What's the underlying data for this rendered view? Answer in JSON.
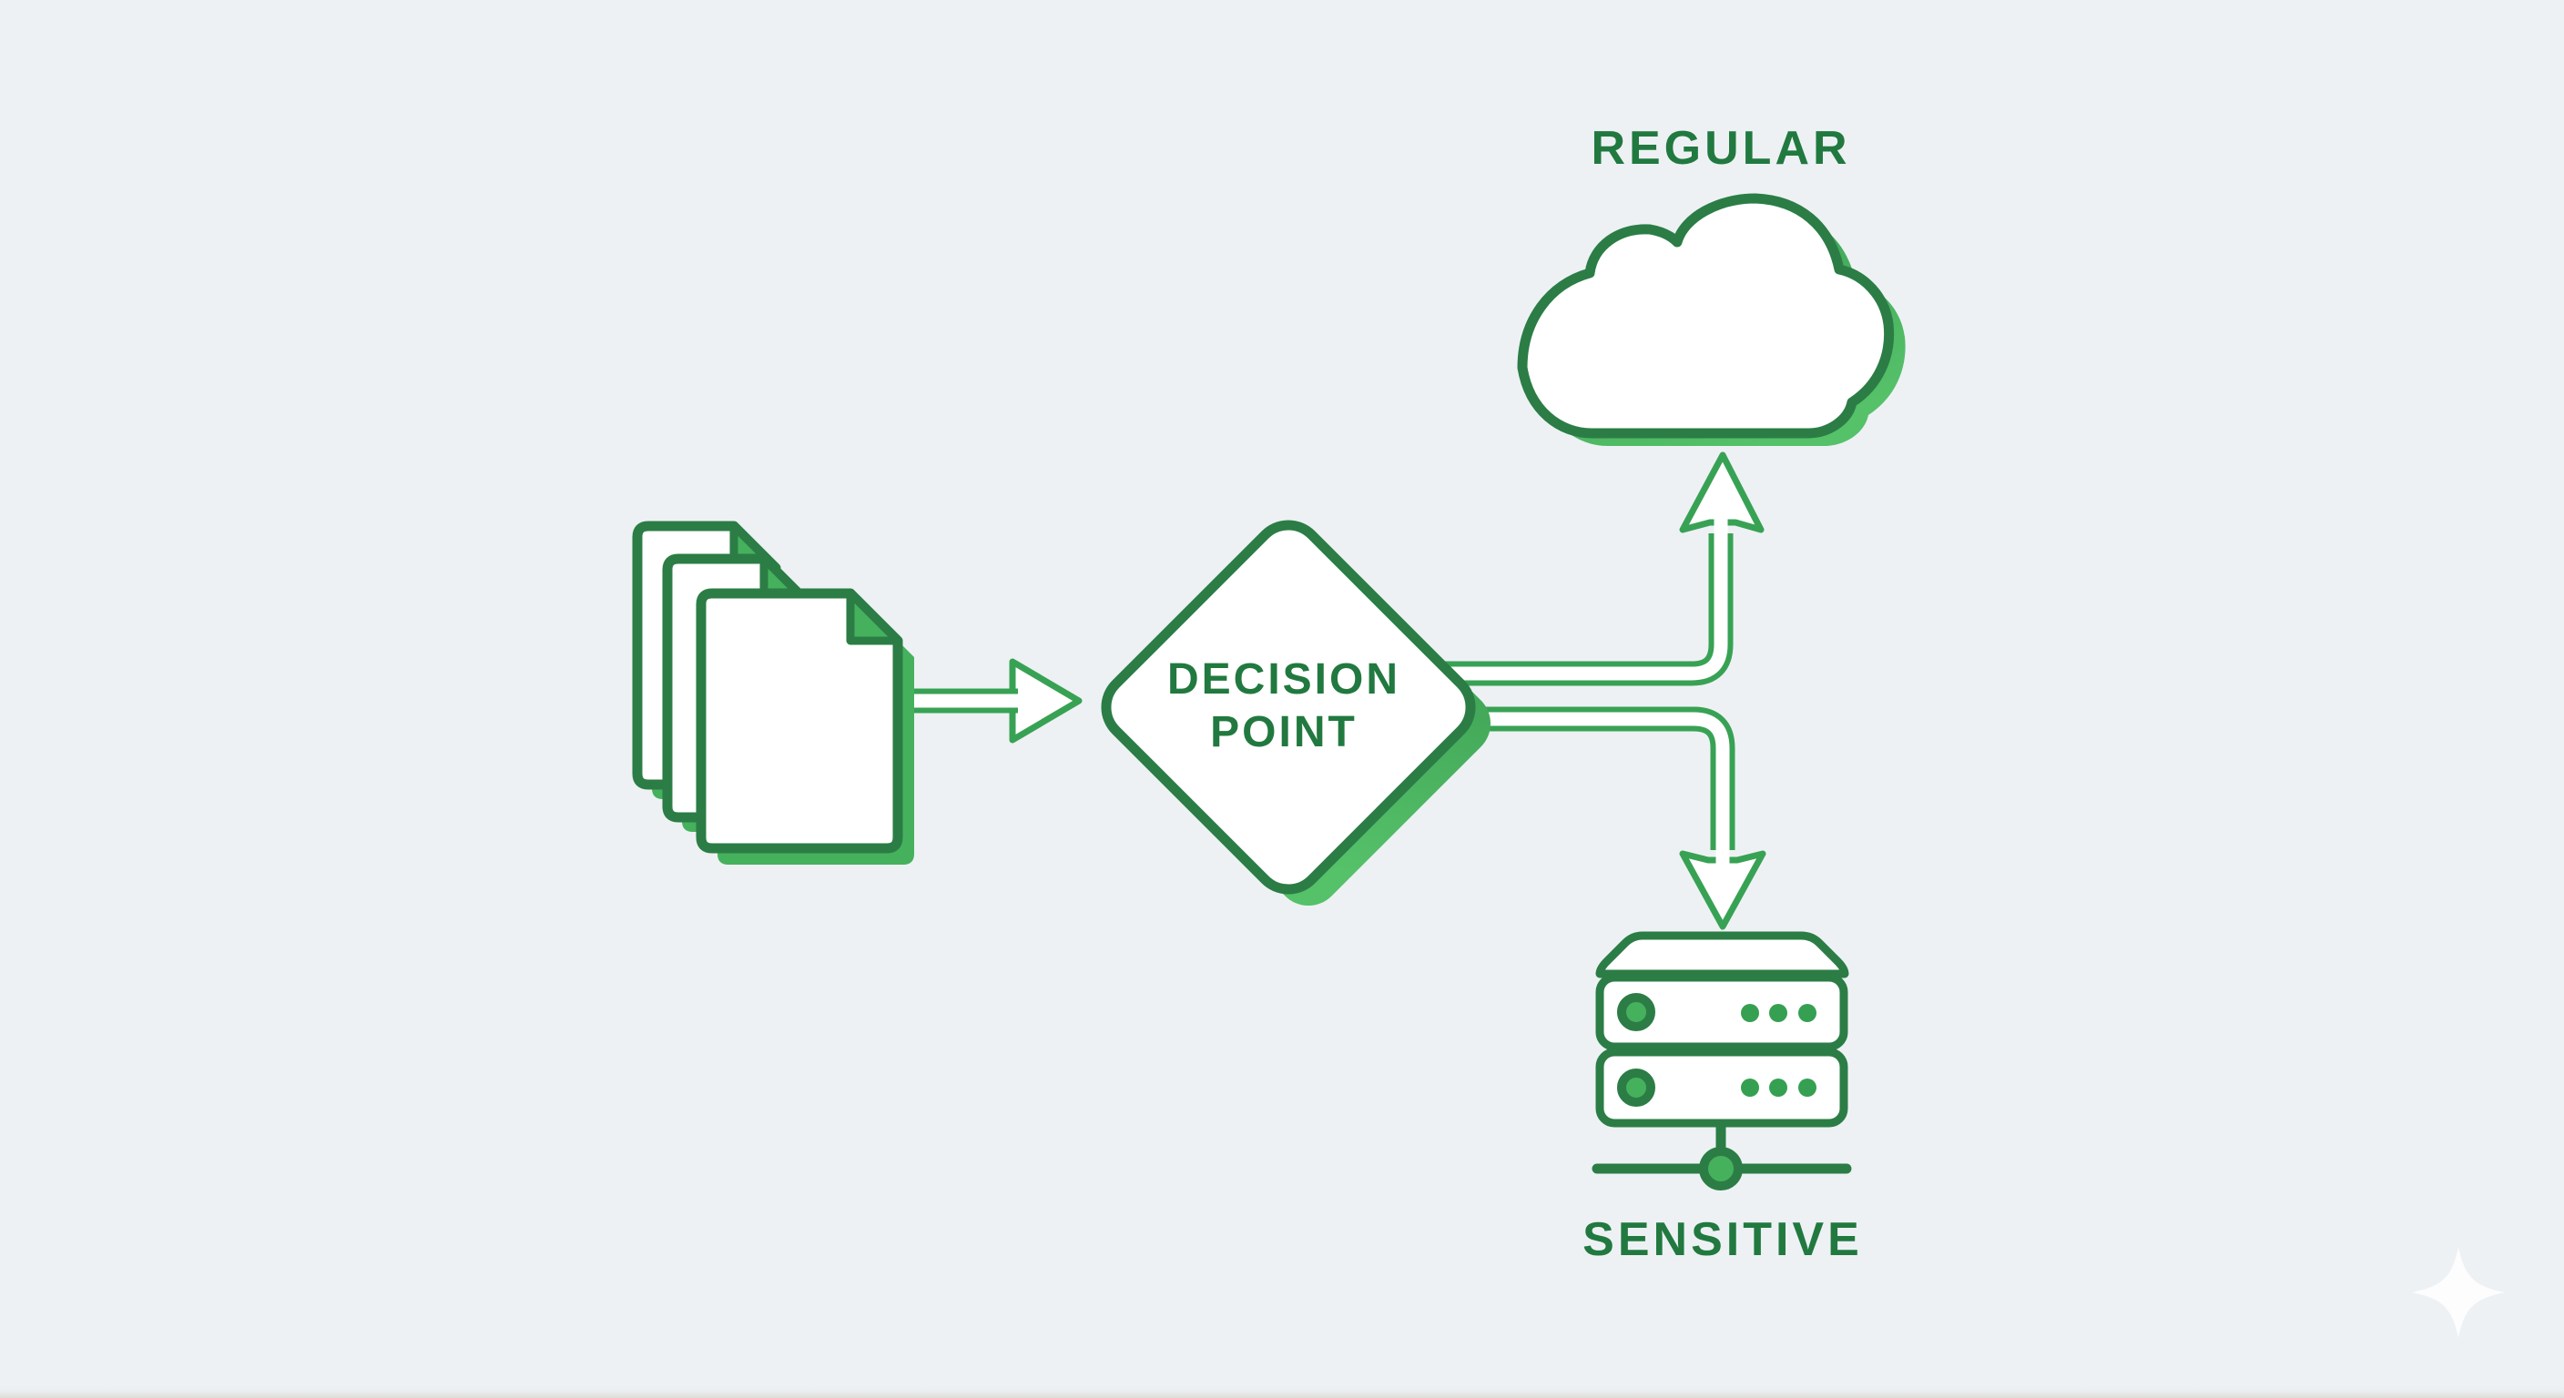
{
  "diagram": {
    "type": "flowchart",
    "description": "Document routing decision flow: documents enter a decision point and are routed either to a regular cloud destination or a sensitive server destination",
    "nodes": {
      "documents": {
        "id": "document-stack",
        "type": "document-stack",
        "label": ""
      },
      "decision": {
        "id": "decision-point",
        "type": "diamond",
        "label_line1": "DECISION",
        "label_line2": "POINT"
      },
      "regular": {
        "id": "regular-cloud",
        "type": "cloud",
        "label": "REGULAR"
      },
      "sensitive": {
        "id": "sensitive-server",
        "type": "server",
        "label": "SENSITIVE"
      }
    },
    "edges": [
      {
        "from": "document-stack",
        "to": "decision-point",
        "style": "hollow-arrow"
      },
      {
        "from": "decision-point",
        "to": "regular-cloud",
        "style": "hollow-arrow"
      },
      {
        "from": "decision-point",
        "to": "sensitive-server",
        "style": "hollow-arrow"
      }
    ]
  },
  "colors": {
    "bg": "#edf1f4",
    "dark_green": "#2b7d45",
    "mid_green": "#38a254",
    "light_green": "#46b15d",
    "text_green": "#21793f",
    "white": "#ffffff"
  },
  "watermark": {
    "shape": "four-point-sparkle"
  }
}
